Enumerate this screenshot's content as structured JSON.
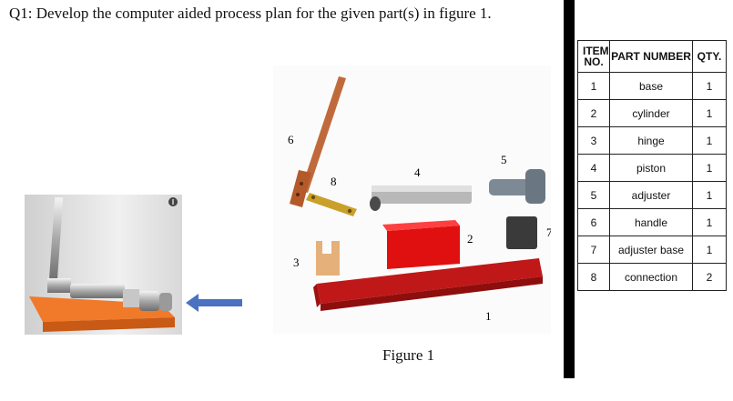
{
  "question": "Q1: Develop the computer aided process plan for the given part(s) in figure 1.",
  "caption": "Figure 1",
  "figure_labels": [
    "6",
    "8",
    "4",
    "5",
    "2",
    "7",
    "3",
    "1"
  ],
  "bom": {
    "headers": {
      "item": "ITEM NO.",
      "part": "PART NUMBER",
      "qty": "QTY."
    },
    "rows": [
      {
        "item": "1",
        "part": "base",
        "qty": "1"
      },
      {
        "item": "2",
        "part": "cylinder",
        "qty": "1"
      },
      {
        "item": "3",
        "part": "hinge",
        "qty": "1"
      },
      {
        "item": "4",
        "part": "piston",
        "qty": "1"
      },
      {
        "item": "5",
        "part": "adjuster",
        "qty": "1"
      },
      {
        "item": "6",
        "part": "handle",
        "qty": "1"
      },
      {
        "item": "7",
        "part": "adjuster base",
        "qty": "1"
      },
      {
        "item": "8",
        "part": "connection",
        "qty": "2"
      }
    ]
  },
  "colors": {
    "arrow": "#4a72c0",
    "base_red": "#c01818",
    "handle_copper": "#c06a3c",
    "bar": "#000000"
  }
}
